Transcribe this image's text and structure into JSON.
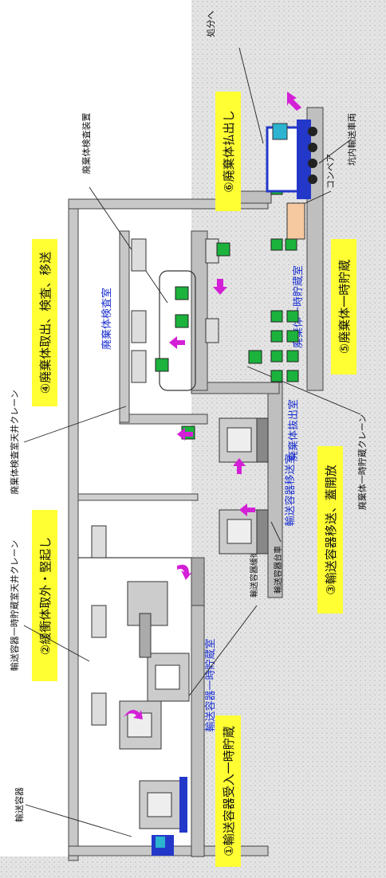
{
  "steps": {
    "s1": "①輸送容器受入一時貯蔵",
    "s2": "②緩衝体取外・竪起し",
    "s3": "③輸送容器移送、蓋開放",
    "s4": "④廃棄体取出、検査、移送",
    "s5": "⑤廃棄体一時貯蔵",
    "s6": "⑥廃棄体払出し"
  },
  "rooms": {
    "transport_storage": "輸送容器一時貯蔵室",
    "transport_transfer": "輸送容器移送室",
    "extraction": "廃棄体抜出室",
    "inspection": "廃棄体検査室",
    "waste_storage": "廃棄体一時貯蔵室"
  },
  "callouts": {
    "crane_transport": "輸送容器一時貯蔵室天井クレーン",
    "transport_container": "輸送容器",
    "buffer": "輸送容器緩衝体",
    "cart": "輸送容器台車",
    "crane_inspection": "廃棄体検査室天井クレーン",
    "inspection_device": "廃棄体検査装置",
    "crane_waste": "廃棄体一時貯蔵クレーン",
    "conveyor": "コンベア",
    "tunnel": "坑内輸送車両",
    "to_disposal": "処分へ"
  },
  "colors": {
    "yellow": "#ffff33",
    "label_blue": "#1a2fd0",
    "green": "#1bb33c",
    "magenta": "#d31fd6",
    "ground": "#e2e2e2",
    "wall": "#bfbfbf"
  }
}
